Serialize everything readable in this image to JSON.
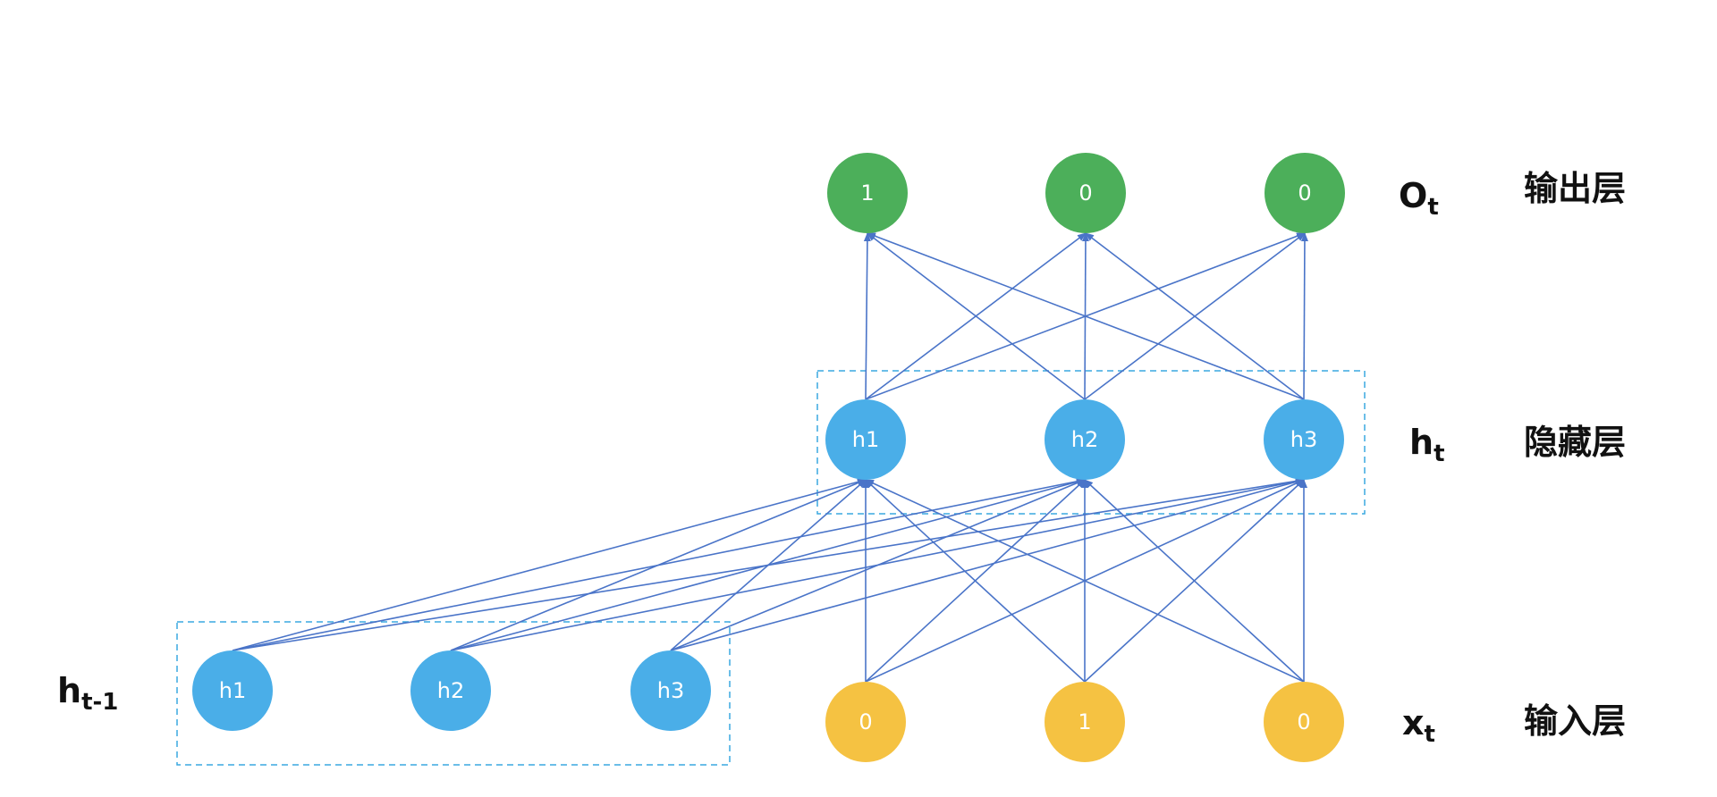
{
  "colors": {
    "output_node": "#4caf5a",
    "hidden_node": "#4aaee8",
    "prev_hidden_node": "#4aaee8",
    "input_node": "#f5c242",
    "connection": "#4a74c8",
    "group_box": "#3aa9e0",
    "node_text": "#ffffff",
    "label_text": "#111111"
  },
  "output_layer": {
    "symbol": "O",
    "subscript": "t",
    "title": "输出层",
    "nodes": [
      "1",
      "0",
      "0"
    ]
  },
  "hidden_layer": {
    "symbol": "h",
    "subscript": "t",
    "title": "隐藏层",
    "nodes": [
      "h1",
      "h2",
      "h3"
    ]
  },
  "prev_hidden_layer": {
    "symbol": "h",
    "subscript": "t-1",
    "nodes": [
      "h1",
      "h2",
      "h3"
    ]
  },
  "input_layer": {
    "symbol": "x",
    "subscript": "t",
    "title": "输入层",
    "nodes": [
      "0",
      "1",
      "0"
    ]
  }
}
